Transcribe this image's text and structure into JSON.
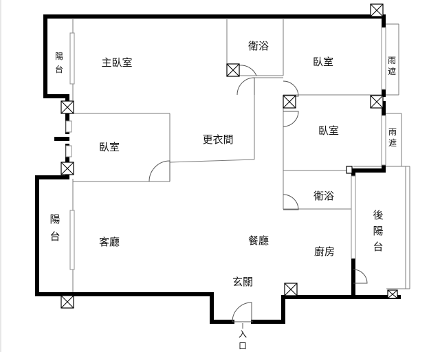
{
  "rooms": {
    "master_bedroom": "主臥室",
    "master_bath": "衛浴",
    "bedroom_top_right": "臥室",
    "bedroom_mid_right": "臥室",
    "bedroom_left": "臥室",
    "walk_in_closet": "更衣間",
    "bath_right": "衛浴",
    "living_room": "客廳",
    "dining_room": "餐廳",
    "kitchen": "廚房",
    "foyer": "玄關"
  },
  "balconies": {
    "top_left": [
      "陽",
      "台"
    ],
    "living": [
      "陽",
      "台"
    ],
    "rear": [
      "後",
      "陽",
      "台"
    ]
  },
  "canopies": {
    "top": [
      "雨",
      "遮"
    ],
    "mid": [
      "雨",
      "遮"
    ]
  },
  "entrance": [
    "入",
    "口"
  ]
}
